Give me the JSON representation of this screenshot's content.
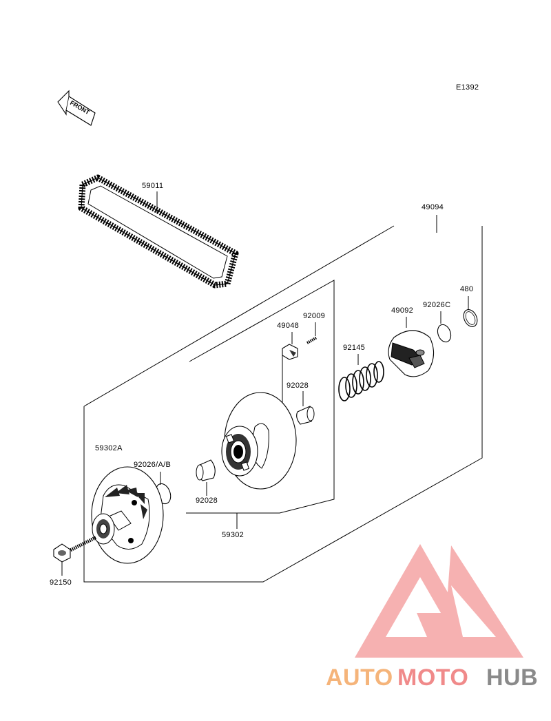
{
  "diagram": {
    "code": "E1392",
    "front_label": "FRONT",
    "parts": {
      "belt": "59011",
      "assembly_outer": "49094",
      "ring_480": "480",
      "ring_92026c": "92026C",
      "cam": "49092",
      "spring": "92145",
      "screw_92009": "92009",
      "slider": "49048",
      "bushing_upper": "92028",
      "sheave_assembly": "59302A",
      "ring_92026": "92026/A/B",
      "bushing_lower": "92028",
      "movable_sheave": "59302",
      "bolt": "92150"
    }
  },
  "watermark": {
    "parts": [
      "AUTO",
      "MOTO",
      "HUB"
    ],
    "colors": {
      "auto": "#f5b47a",
      "moto": "#f08a8a",
      "hub": "#8a8a8a",
      "logo": "#f08a8a"
    }
  }
}
